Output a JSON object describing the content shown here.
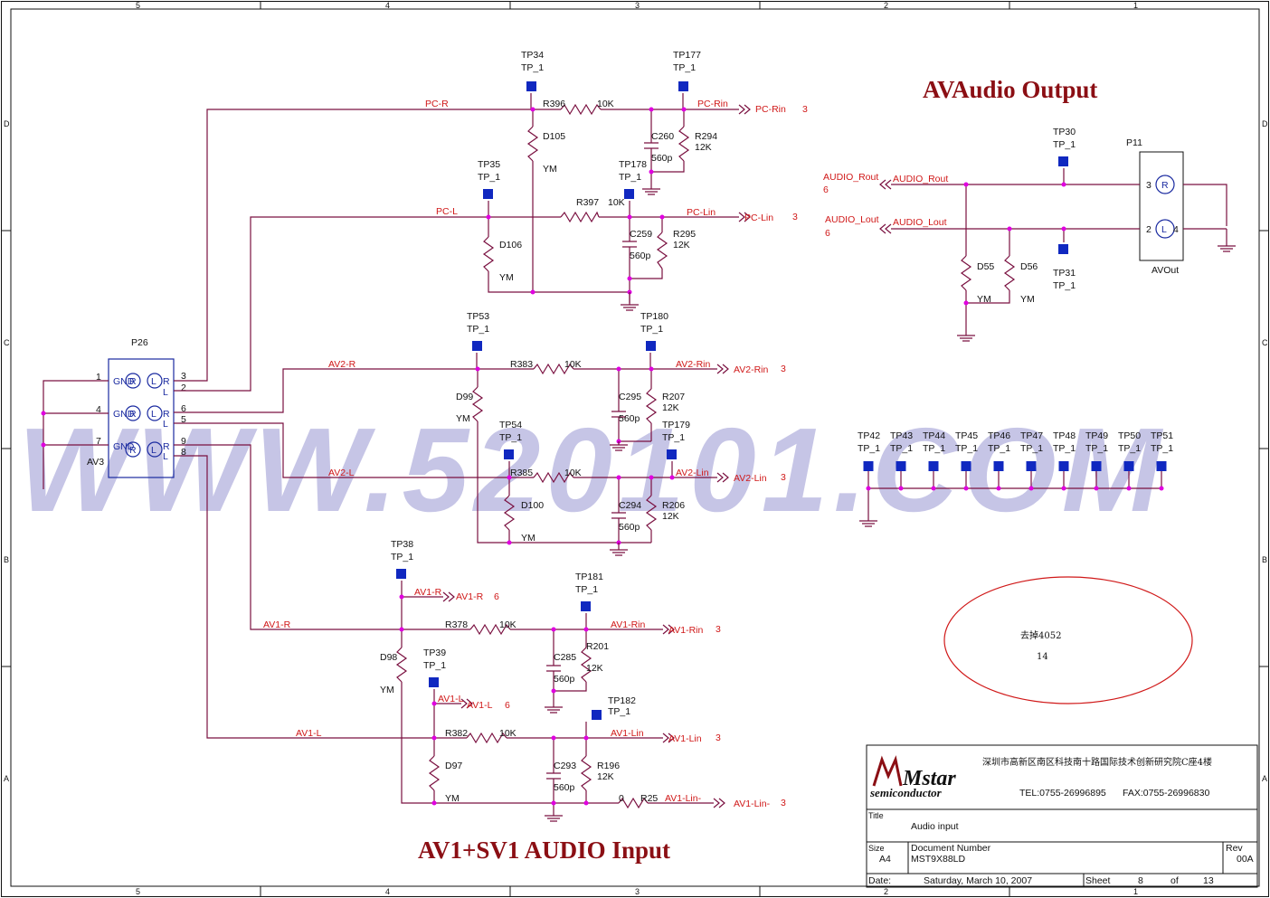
{
  "titles": {
    "output": "AVAudio Output",
    "input": "AV1+SV1 AUDIO Input"
  },
  "watermark": "WWW.520101.COM",
  "frame": {
    "cols": [
      "5",
      "4",
      "3",
      "2",
      "1"
    ],
    "rows": [
      "D",
      "C",
      "B",
      "A"
    ]
  },
  "tp_common": "TP_1",
  "testpoints": {
    "tp34": "TP34",
    "tp177": "TP177",
    "tp35": "TP35",
    "tp178": "TP178",
    "tp53": "TP53",
    "tp180": "TP180",
    "tp54": "TP54",
    "tp179": "TP179",
    "tp38": "TP38",
    "tp181": "TP181",
    "tp39": "TP39",
    "tp182": "TP182",
    "tp30": "TP30",
    "tp31": "TP31"
  },
  "tp_row": [
    "TP42",
    "TP43",
    "TP44",
    "TP45",
    "TP46",
    "TP47",
    "TP48",
    "TP49",
    "TP50",
    "TP51"
  ],
  "components": {
    "r396": "R396",
    "r397": "R397",
    "r383": "R383",
    "r385": "R385",
    "r378": "R378",
    "r382": "R382",
    "k10": "10K",
    "r294": "R294",
    "r295": "R295",
    "r207": "R207",
    "r206": "R206",
    "r201": "R201",
    "r196": "R196",
    "k12": "12K",
    "c260": "C260",
    "c259": "C259",
    "c295": "C295",
    "c294": "C294",
    "c285": "C285",
    "c293": "C293",
    "p560": "560p",
    "d105": "D105",
    "d106": "D106",
    "d99": "D99",
    "d100": "D100",
    "d98": "D98",
    "d97": "D97",
    "d55": "D55",
    "d56": "D56",
    "ym": "YM",
    "r25": "R25",
    "zero": "0"
  },
  "nets": {
    "pcr": "PC-R",
    "pcl": "PC-L",
    "av2r": "AV2-R",
    "av2l": "AV2-L",
    "av1r": "AV1-R",
    "av1l": "AV1-L",
    "pcrin": "PC-Rin",
    "pclin": "PC-Lin",
    "av2rin": "AV2-Rin",
    "av2lin": "AV2-Lin",
    "av1rin": "AV1-Rin",
    "av1lin": "AV1-Lin",
    "av1linm": "AV1-Lin-",
    "arout": "AUDIO_Rout",
    "alout": "AUDIO_Lout"
  },
  "sheetrefs": {
    "s3": "3",
    "s6": "6"
  },
  "p26": {
    "ref": "P26",
    "sub": "AV3",
    "gnd": "GND",
    "r": "R",
    "l": "L",
    "pins": [
      "1",
      "4",
      "7",
      "3",
      "2",
      "6",
      "5",
      "9",
      "8"
    ]
  },
  "p11": {
    "ref": "P11",
    "name": "AVOut",
    "r": "R",
    "l": "L",
    "pins": [
      "3",
      "2",
      "4"
    ]
  },
  "note": {
    "text": "去掉4052",
    "num": "14"
  },
  "titleblock": {
    "logo1": "Mstar",
    "logo2": "semiconductor",
    "address": "深圳市高新区南区科技南十路国际技术创新研究院C座4楼",
    "tel": "TEL:0755-26996895",
    "fax": "FAX:0755-26996830",
    "title_label": "Title",
    "title": "Audio input",
    "size_label": "Size",
    "size": "A4",
    "docnum_label": "Document Number",
    "docnum": "MST9X88LD",
    "rev_label": "Rev",
    "rev": "00A",
    "date_label": "Date:",
    "date": "Saturday, March 10, 2007",
    "sheet_label": "Sheet",
    "sheet": "8",
    "of": "of",
    "total": "13"
  },
  "colors": {
    "wire": "#7a1040",
    "junction": "#e000e0",
    "testpoint": "#1028c0",
    "net_label": "#d01818",
    "title_text": "#8b0f14",
    "watermark": "#b7b5e0",
    "connector": "#1a2aa0"
  }
}
